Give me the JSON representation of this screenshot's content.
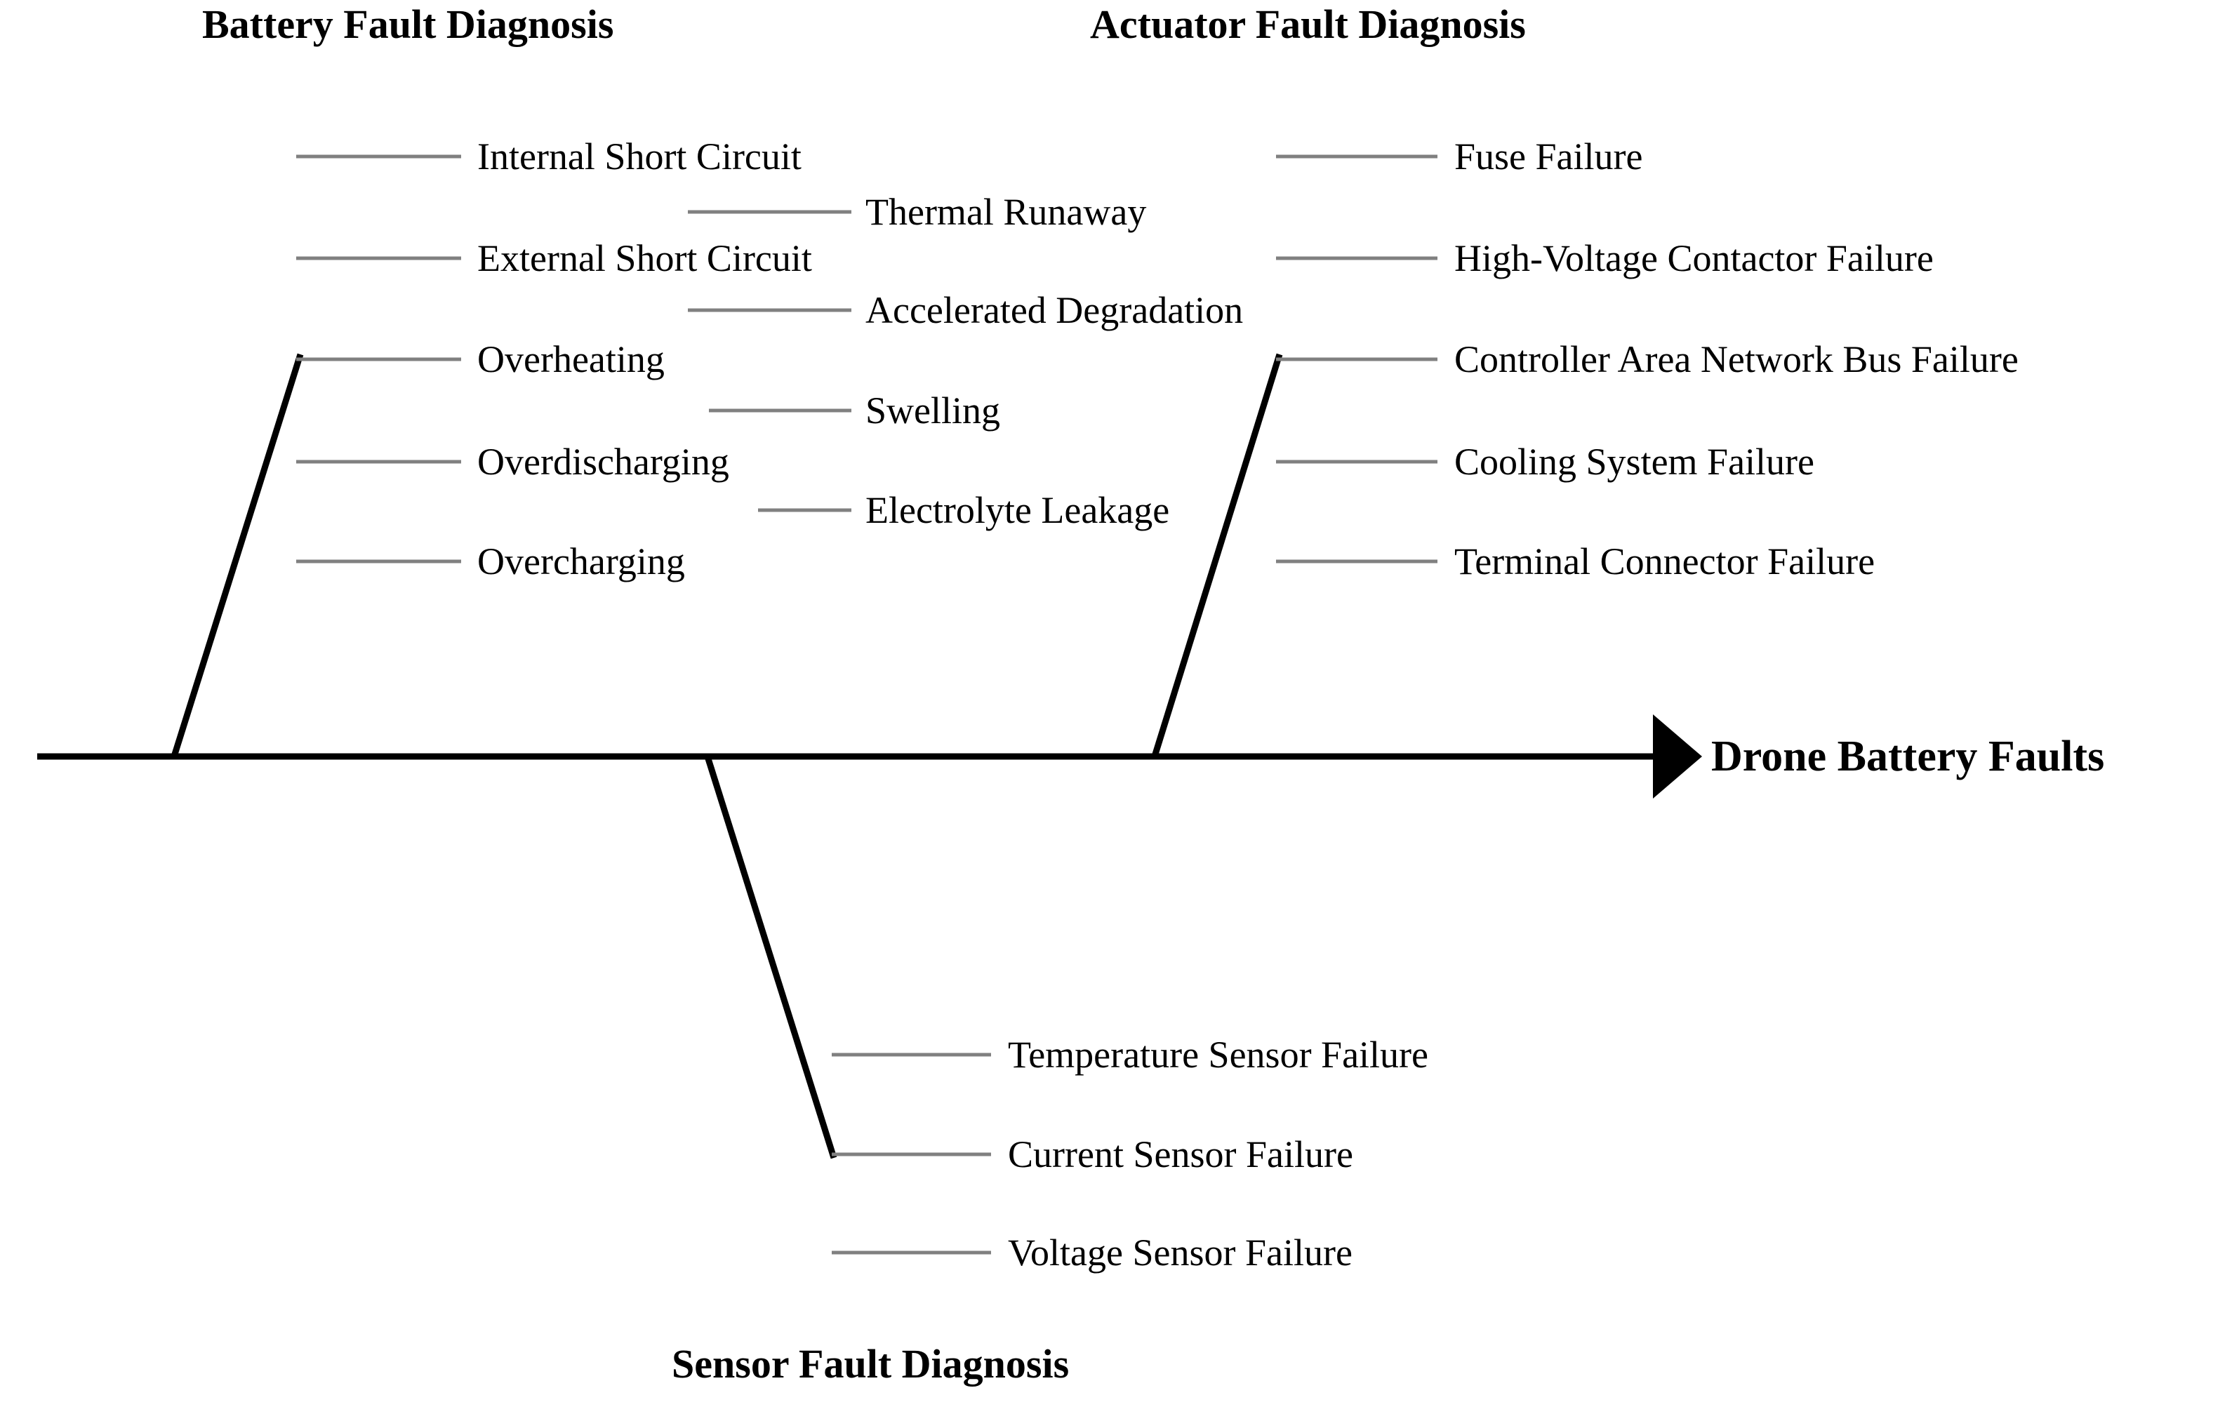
{
  "diagram": {
    "type": "fishbone-ishikawa",
    "head_label": "Drone Battery Faults",
    "spine_color": "#000000",
    "branch_color": "#000000",
    "leader_color": "#808080",
    "text_color": "#000000",
    "background": "#ffffff"
  },
  "categories": [
    {
      "id": "battery",
      "title": "Battery Fault Diagnosis",
      "position": "top-left",
      "causes": [
        "Internal Short Circuit",
        "Thermal Runaway",
        "External Short Circuit",
        "Accelerated Degradation",
        "Overheating",
        "Swelling",
        "Overdischarging",
        "Electrolyte Leakage",
        "Overcharging"
      ],
      "column_a": [
        "Internal Short Circuit",
        "External Short Circuit",
        "Overheating",
        "Overdischarging",
        "Overcharging"
      ],
      "column_b": [
        "Thermal Runaway",
        "Accelerated Degradation",
        "Swelling",
        "Electrolyte Leakage"
      ]
    },
    {
      "id": "actuator",
      "title": "Actuator Fault Diagnosis",
      "position": "top-right",
      "causes": [
        "Fuse Failure",
        "High-Voltage Contactor Failure",
        "Controller Area Network Bus Failure",
        "Cooling System Failure",
        "Terminal Connector Failure"
      ]
    },
    {
      "id": "sensor",
      "title": "Sensor Fault Diagnosis",
      "position": "bottom",
      "causes": [
        "Temperature Sensor Failure",
        "Current Sensor Failure",
        "Voltage Sensor Failure"
      ]
    }
  ]
}
